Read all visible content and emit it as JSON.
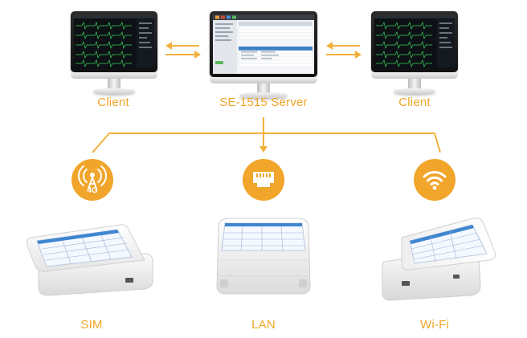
{
  "server": {
    "label": "SE-1515 Server"
  },
  "clients": [
    {
      "label": "Client"
    },
    {
      "label": "Client"
    }
  ],
  "devices": [
    {
      "label": "SIM",
      "badge_text": "4G",
      "icon": "antenna-4g-icon"
    },
    {
      "label": "LAN",
      "icon": "ethernet-port-icon"
    },
    {
      "label": "Wi-Fi",
      "icon": "wifi-icon"
    }
  ],
  "colors": {
    "accent": "#f0a526",
    "line": "#f2b13c"
  }
}
